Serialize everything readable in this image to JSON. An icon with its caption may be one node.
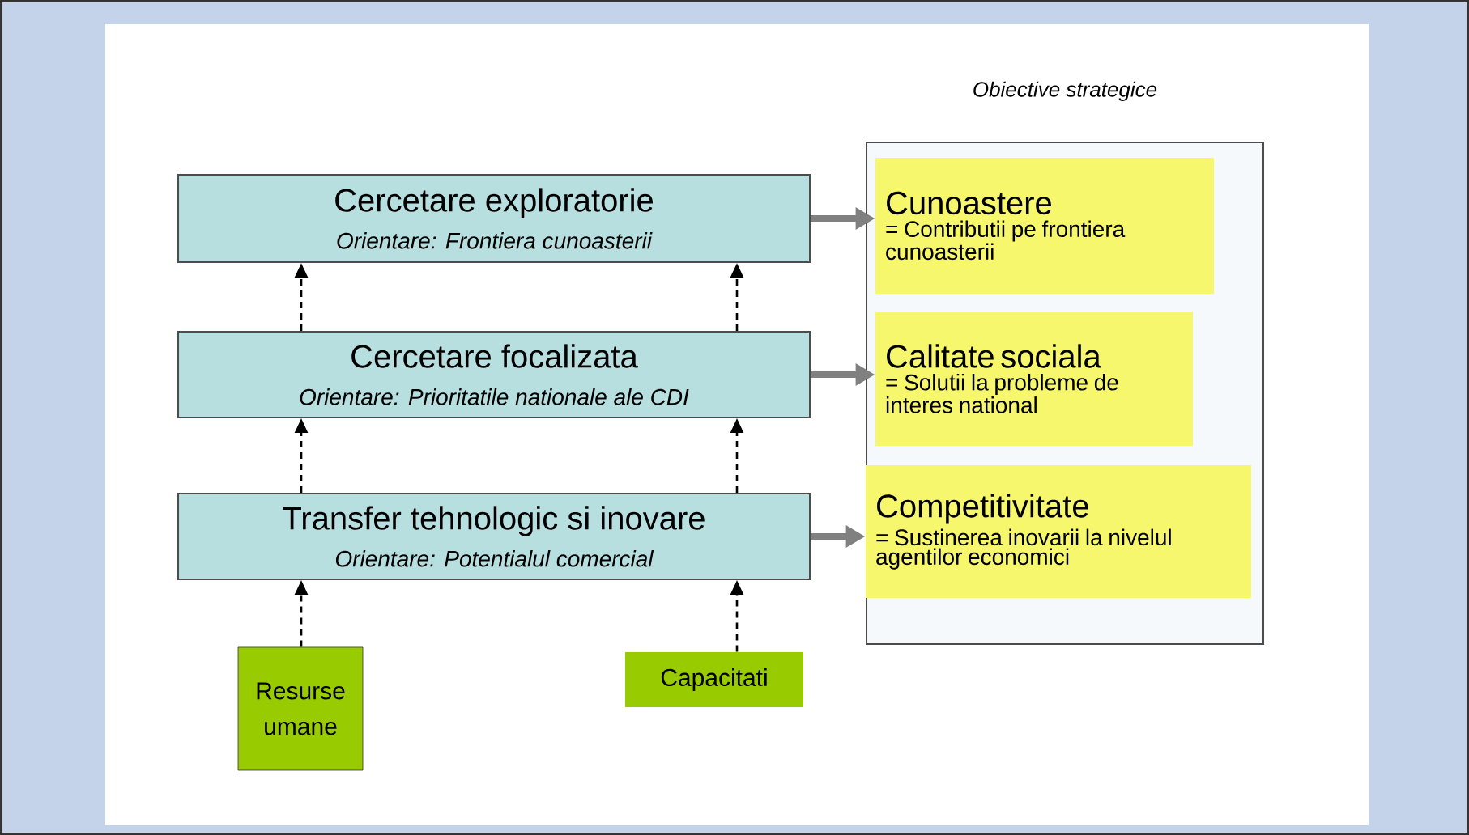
{
  "diagram": {
    "nodes": [
      {
        "text": [
          "Cercetare exploratorie",
          "Orientare: Frontiera cunoasterii"
        ]
      },
      {
        "text": [
          "Cercetare focalizata",
          "Orientare: Prioritatile nationale ale CDI"
        ]
      },
      {
        "text": [
          "Transfer tehnologic si inovare",
          "Orientare: Potentialul comercial"
        ]
      },
      {
        "text": [
          "Resurse umane"
        ]
      },
      {
        "text": [
          "Capacitati"
        ]
      },
      {
        "text": [
          "Obiective strategice"
        ]
      },
      {
        "text": [
          "Cunoastere",
          "= Contributii pe frontiera cunoasterii"
        ],
        "in": 5
      },
      {
        "text": [
          "Calitate sociala",
          "= Solutii la probleme de interes national"
        ],
        "in": 5
      },
      {
        "text": [
          "Competitivitate",
          "= Sustinerea inovarii la nivelul agentilor economici"
        ],
        "in": 5
      }
    ],
    "edges": [
      {
        "from": 3,
        "to": 2,
        "arrow": "to",
        "style": "dashed"
      },
      {
        "from": 4,
        "to": 2,
        "arrow": "to",
        "style": "dashed"
      },
      {
        "from": 2,
        "to": 1,
        "arrow": "to",
        "style": "dashed"
      },
      {
        "from": 2,
        "to": 1,
        "arrow": "to",
        "style": "dashed"
      },
      {
        "from": 1,
        "to": 0,
        "arrow": "to",
        "style": "dashed"
      },
      {
        "from": 1,
        "to": 0,
        "arrow": "to",
        "style": "dashed"
      },
      {
        "from": 0,
        "to": 6,
        "arrow": "to",
        "style": "thick",
        "color": "#808080"
      },
      {
        "from": 1,
        "to": 7,
        "arrow": "to",
        "style": "thick",
        "color": "#808080"
      },
      {
        "from": 2,
        "to": 8,
        "arrow": "to",
        "style": "thick",
        "color": "#808080"
      }
    ]
  }
}
